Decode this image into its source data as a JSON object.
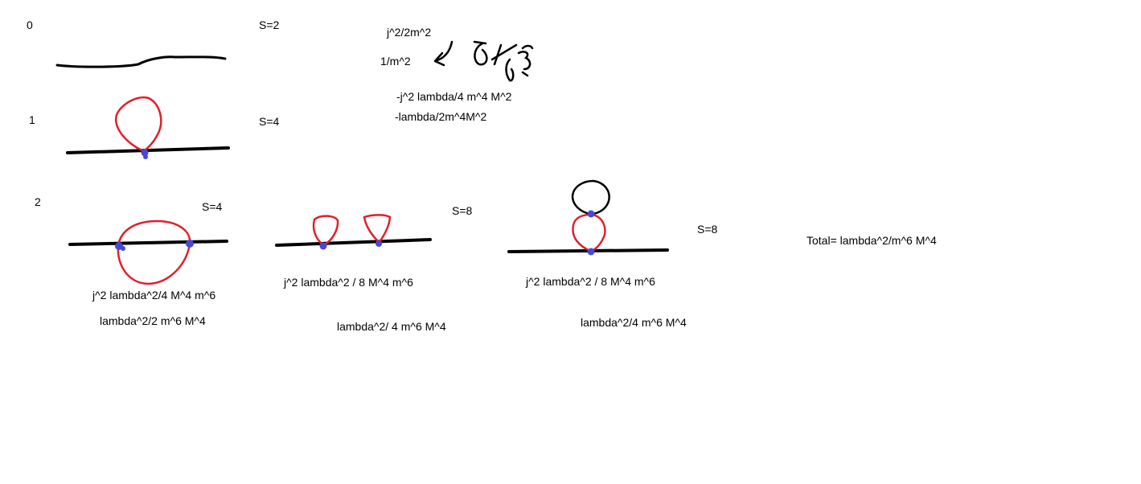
{
  "orders": {
    "o0": "0",
    "o1": "1",
    "o2": "2"
  },
  "symmetry": {
    "s0": "S=2",
    "s1": "S=4",
    "s2a": "S=4",
    "s2b": "S=8",
    "s2c": "S=8"
  },
  "notes": {
    "j2": "j^2/2m^2",
    "inv_m2": "1/m^2",
    "loop1_a": "-j^2 lambda/4 m^4 M^2",
    "loop1_b": "-lambda/2m^4M^2",
    "handwritten": "δ/δj"
  },
  "terms": {
    "d2a_line1": "j^2 lambda^2/4 M^4 m^6",
    "d2a_line2": "lambda^2/2 m^6 M^4",
    "d2b_line1": "j^2 lambda^2 / 8 M^4 m^6",
    "d2b_line2": "lambda^2/ 4 m^6 M^4",
    "d2c_line1": "j^2 lambda^2 / 8 M^4 m^6",
    "d2c_line2": "lambda^2/4 m^6 M^4",
    "total": "Total= lambda^2/m^6 M^4"
  },
  "colors": {
    "line": "#000000",
    "loop": "#e0202a",
    "vertex": "#4848d8",
    "top_loop": "#000000"
  }
}
